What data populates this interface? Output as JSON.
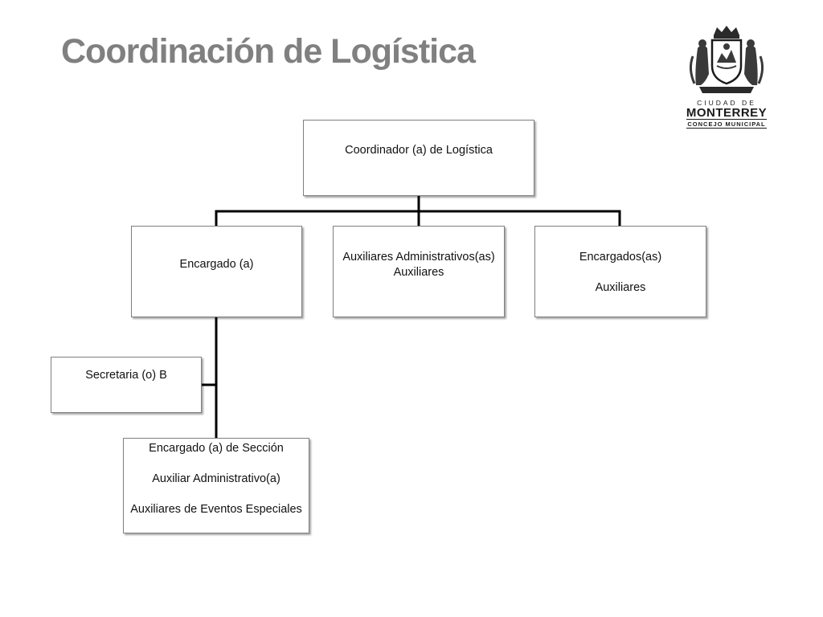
{
  "slide": {
    "title": "Coordinación de Logística"
  },
  "logo": {
    "line1": "CIUDAD DE",
    "line2": "MONTERREY",
    "line3": "CONCEJO MUNICIPAL"
  },
  "org_chart": {
    "root": {
      "lines": [
        "Coordinador (a) de Logística"
      ]
    },
    "encargado": {
      "lines": [
        "Encargado (a)"
      ]
    },
    "auxiliares_admin": {
      "lines": [
        "Auxiliares Administrativos(as)",
        "Auxiliares"
      ]
    },
    "encargados": {
      "lines": [
        "Encargados(as)",
        "Auxiliares"
      ]
    },
    "secretaria": {
      "lines": [
        "Secretaria (o) B"
      ]
    },
    "seccion": {
      "lines": [
        "Encargado (a) de Sección",
        "Auxiliar Administrativo(a)",
        "Auxiliares de Eventos Especiales"
      ]
    }
  },
  "colors": {
    "title": "#808080",
    "connector": "#000000",
    "box_border": "#7f7f7f"
  }
}
